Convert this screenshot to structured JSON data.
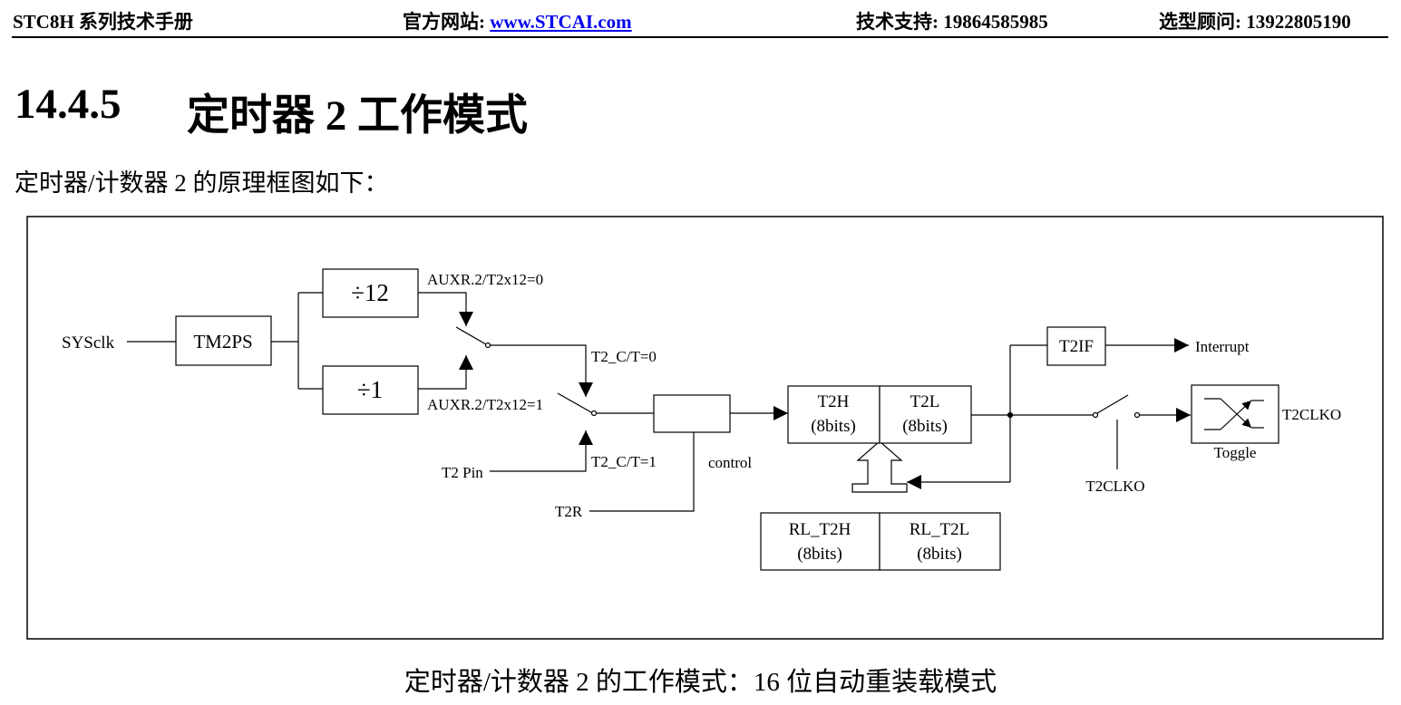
{
  "header": {
    "manual": "STC8H 系列技术手册",
    "website_label": "官方网站: ",
    "website_url": "www.STCAI.com",
    "support": "技术支持: 19864585985",
    "advisor": "选型顾问: 13922805190"
  },
  "section": {
    "number": "14.4.5",
    "title": "定时器 2 工作模式"
  },
  "intro": "定时器/计数器 2 的原理框图如下：",
  "diagram": {
    "sysclk": "SYSclk",
    "tm2ps": "TM2PS",
    "div12": "÷12",
    "div1": "÷1",
    "aux0": "AUXR.2/T2x12=0",
    "aux1": "AUXR.2/T2x12=1",
    "ct0": "T2_C/T=0",
    "ct1": "T2_C/T=1",
    "t2pin": "T2 Pin",
    "t2r": "T2R",
    "control": "control",
    "t2h_name": "T2H",
    "t2h_bits": "(8bits)",
    "t2l_name": "T2L",
    "t2l_bits": "(8bits)",
    "rlh_name": "RL_T2H",
    "rlh_bits": "(8bits)",
    "rll_name": "RL_T2L",
    "rll_bits": "(8bits)",
    "t2if": "T2IF",
    "interrupt": "Interrupt",
    "t2clko_sw": "T2CLKO",
    "t2clko_out": "T2CLKO",
    "toggle": "Toggle"
  },
  "caption": "定时器/计数器 2 的工作模式：16 位自动重装载模式"
}
